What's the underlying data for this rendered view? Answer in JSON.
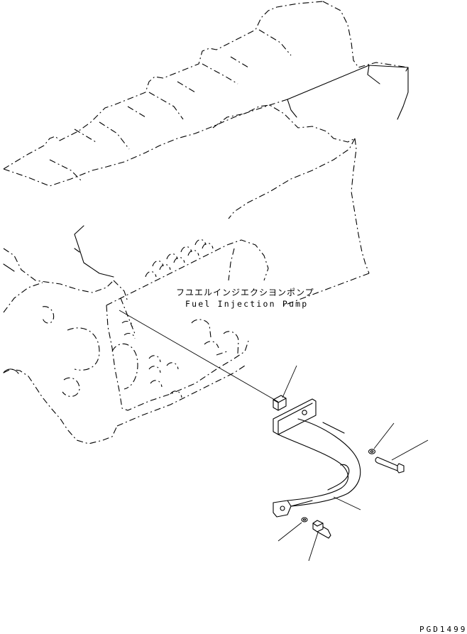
{
  "labels": {
    "pump_jp": "フユエルインジエクシヨンポンプ",
    "pump_en": "Fuel Injection Pump"
  },
  "drawing_code": "PGD1499"
}
